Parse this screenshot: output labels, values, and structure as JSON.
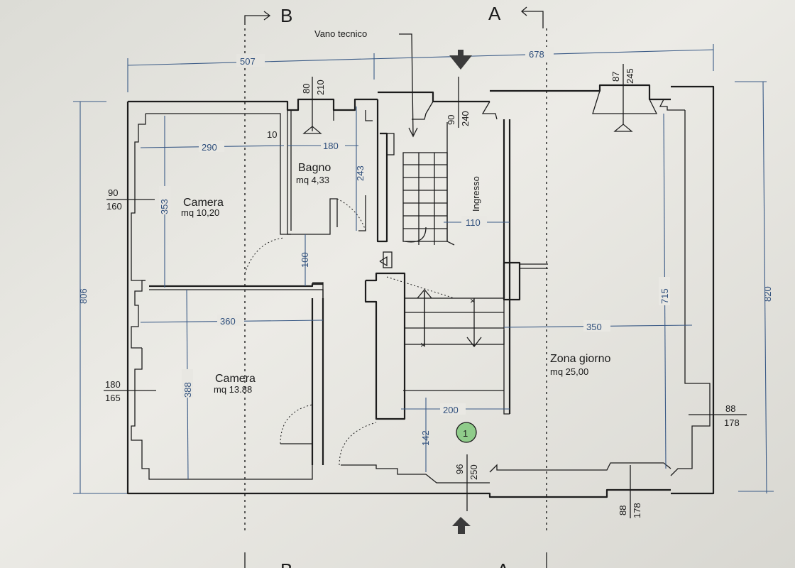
{
  "sections": {
    "a": "A",
    "b": "B"
  },
  "vano_tecnico": "Vano tecnico",
  "rooms": {
    "camera_top": {
      "name": "Camera",
      "area": "mq 10,20"
    },
    "bagno": {
      "name": "Bagno",
      "area": "mq 4,33"
    },
    "ingresso": {
      "name": "Ingresso"
    },
    "camera_bottom": {
      "name": "Camera",
      "area": "mq 13.88"
    },
    "zona_giorno": {
      "name": "Zona giorno",
      "area": "mq 25,00"
    }
  },
  "dimensions": {
    "top_left": "507",
    "top_right": "678",
    "left_total": "806",
    "right_total": "820",
    "w290": "290",
    "w10": "10",
    "w180": "180",
    "h243": "243",
    "h353": "353",
    "h100": "100",
    "w110": "110",
    "w360": "360",
    "h388": "388",
    "h715": "715",
    "w350": "350",
    "w200": "200",
    "h142": "142"
  },
  "windows": {
    "w1": {
      "a": "80",
      "b": "210"
    },
    "w2": {
      "a": "90",
      "b": "240"
    },
    "w3": {
      "a": "87",
      "b": "245"
    },
    "w4": {
      "a": "90",
      "b": "160"
    },
    "w5": {
      "a": "180",
      "b": "165"
    },
    "w6": {
      "a": "88",
      "b": "178"
    },
    "w7": {
      "a": "96",
      "b": "250"
    },
    "w8": {
      "a": "88",
      "b": "178"
    }
  },
  "marker": "1"
}
